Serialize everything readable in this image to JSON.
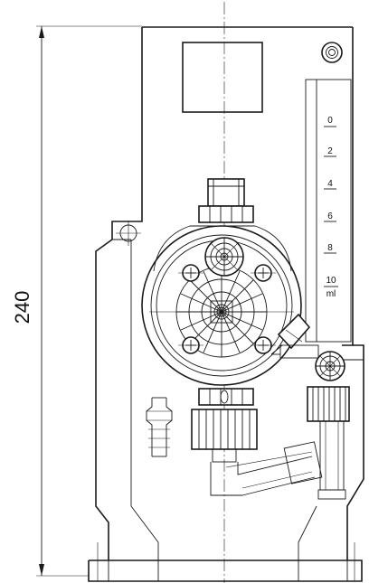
{
  "dimension": {
    "height_label": "240"
  },
  "scale": {
    "marks": [
      "0",
      "2",
      "4",
      "6",
      "8",
      "10"
    ],
    "unit": "ml"
  },
  "icons": {
    "top_right": "concentric-circle-icon",
    "left_boss": "crosshair-circle-icon",
    "screws": "screw-head-icon",
    "valve": "valve-wheel-icon"
  }
}
